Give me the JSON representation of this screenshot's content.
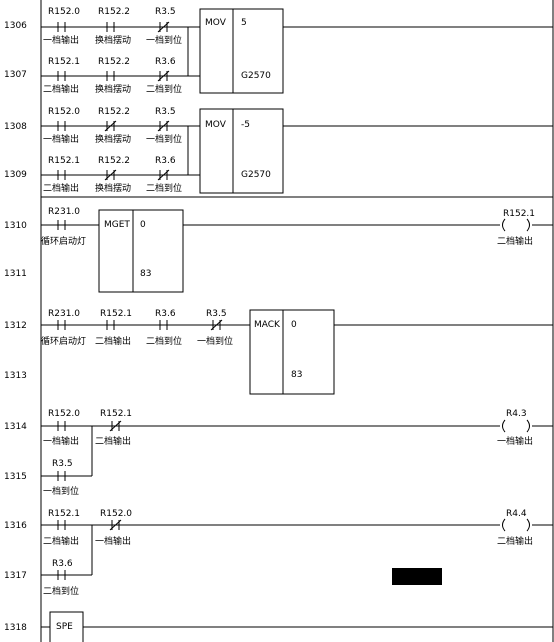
{
  "colors": {
    "background": "#ffffff",
    "foreground": "#000000",
    "status_block": "#000000"
  },
  "rows": [
    {
      "number": "1306"
    },
    {
      "number": "1307"
    },
    {
      "number": "1308"
    },
    {
      "number": "1309"
    },
    {
      "number": "1310"
    },
    {
      "number": "1311"
    },
    {
      "number": "1312"
    },
    {
      "number": "1313"
    },
    {
      "number": "1314"
    },
    {
      "number": "1315"
    },
    {
      "number": "1316"
    },
    {
      "number": "1317"
    },
    {
      "number": "1318"
    }
  ],
  "contacts": [
    {
      "address": "R152.0",
      "comment": "一档输出",
      "type": "no"
    },
    {
      "address": "R152.2",
      "comment": "换档摆动",
      "type": "no"
    },
    {
      "address": "R3.5",
      "comment": "一档到位",
      "type": "nc"
    },
    {
      "address": "R152.1",
      "comment": "二档输出",
      "type": "no"
    },
    {
      "address": "R152.2",
      "comment": "换档摆动",
      "type": "no"
    },
    {
      "address": "R3.6",
      "comment": "二档到位",
      "type": "nc"
    },
    {
      "address": "R152.0",
      "comment": "一档输出",
      "type": "no"
    },
    {
      "address": "R152.2",
      "comment": "换档摆动",
      "type": "nc"
    },
    {
      "address": "R3.5",
      "comment": "一档到位",
      "type": "nc"
    },
    {
      "address": "R152.1",
      "comment": "二档输出",
      "type": "no"
    },
    {
      "address": "R152.2",
      "comment": "换档摆动",
      "type": "nc"
    },
    {
      "address": "R3.6",
      "comment": "二档到位",
      "type": "nc"
    },
    {
      "address": "R231.0",
      "comment": "循环启动灯",
      "type": "no"
    },
    {
      "address": "R231.0",
      "comment": "循环启动灯",
      "type": "no"
    },
    {
      "address": "R152.1",
      "comment": "二档输出",
      "type": "no"
    },
    {
      "address": "R3.6",
      "comment": "二档到位",
      "type": "no"
    },
    {
      "address": "R3.5",
      "comment": "一档到位",
      "type": "nc"
    },
    {
      "address": "R152.0",
      "comment": "一档输出",
      "type": "no"
    },
    {
      "address": "R152.1",
      "comment": "二档输出",
      "type": "nc"
    },
    {
      "address": "R3.5",
      "comment": "一档到位",
      "type": "no"
    },
    {
      "address": "R152.1",
      "comment": "二档输出",
      "type": "no"
    },
    {
      "address": "R152.0",
      "comment": "一档输出",
      "type": "nc"
    },
    {
      "address": "R3.6",
      "comment": "二档到位",
      "type": "no"
    }
  ],
  "coils": [
    {
      "address": "R152.1",
      "comment": "二档输出"
    },
    {
      "address": "R4.3",
      "comment": "一档输出"
    },
    {
      "address": "R4.4",
      "comment": "二档输出"
    }
  ],
  "blocks": [
    {
      "name": "MOV",
      "param_top": "5",
      "param_bottom": "G2570"
    },
    {
      "name": "MOV",
      "param_top": "-5",
      "param_bottom": "G2570"
    },
    {
      "name": "MGET",
      "param_top": "0",
      "param_bottom": "83"
    },
    {
      "name": "MACK",
      "param_top": "0",
      "param_bottom": "83"
    },
    {
      "name": "SPE"
    }
  ]
}
